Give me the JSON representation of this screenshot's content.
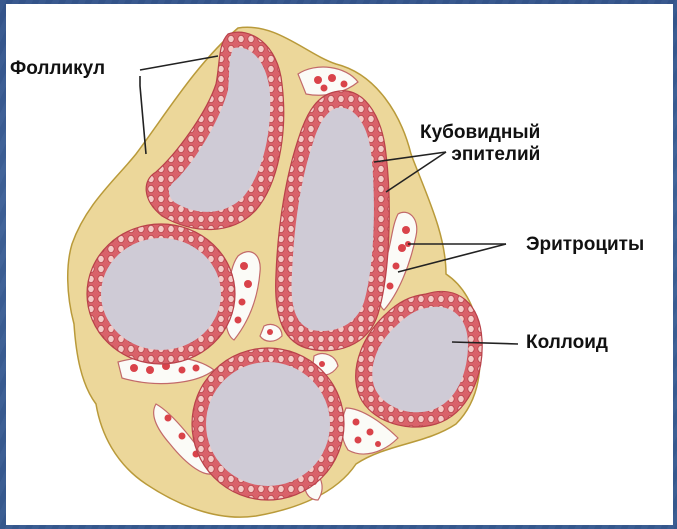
{
  "labels": {
    "follicle": "Фолликул",
    "cuboidal_line1": "Кубовидный",
    "cuboidal_line2": "эпителий",
    "erythrocytes": "Эритроциты",
    "colloid": "Коллоид"
  },
  "colors": {
    "background": "#3a5a8f",
    "panel": "#ffffff",
    "stroma": "#ecd79a",
    "stroma_edge": "#b99a3a",
    "epithelium": "#d9626a",
    "cell_nucleus": "#f4c9c6",
    "colloid": "#cfcbd6",
    "vessel": "#fbfbf7",
    "erythrocyte": "#d9434a",
    "leader_line": "#222222"
  }
}
